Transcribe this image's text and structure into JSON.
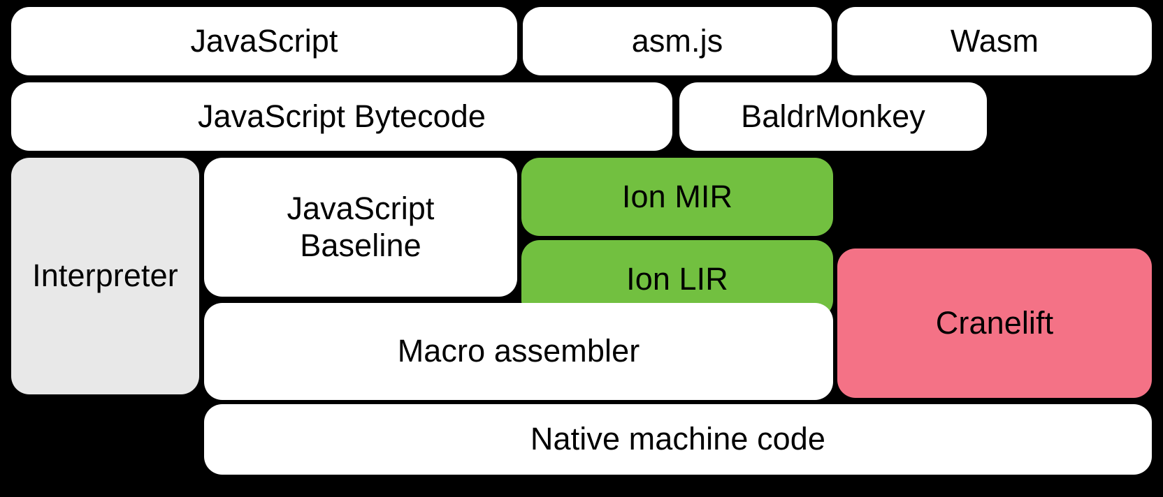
{
  "diagram": {
    "title": "SpiderMonkey JavaScript and WebAssembly compilation pipeline",
    "background_color": "#000000",
    "palette": {
      "white": "#FFFFFF",
      "gray": "#E8E8E8",
      "green": "#72C040",
      "pink": "#F47286",
      "text": "#000000"
    },
    "rows": [
      {
        "name": "source-languages",
        "nodes": [
          {
            "id": "javascript",
            "label": "JavaScript",
            "fill": "#FFFFFF"
          },
          {
            "id": "asmjs",
            "label": "asm.js",
            "fill": "#FFFFFF"
          },
          {
            "id": "wasm",
            "label": "Wasm",
            "fill": "#FFFFFF"
          }
        ]
      },
      {
        "name": "front-end-representations",
        "nodes": [
          {
            "id": "js_bytecode",
            "label": "JavaScript Bytecode",
            "fill": "#FFFFFF"
          },
          {
            "id": "baldrmonkey",
            "label": "BaldrMonkey",
            "fill": "#FFFFFF"
          }
        ]
      },
      {
        "name": "execution-tiers",
        "nodes": [
          {
            "id": "interpreter",
            "label": "Interpreter",
            "fill": "#E8E8E8"
          },
          {
            "id": "js_baseline",
            "label": "JavaScript\nBaseline",
            "fill": "#FFFFFF"
          },
          {
            "id": "ion_mir",
            "label": "Ion MIR",
            "fill": "#72C040"
          },
          {
            "id": "ion_lir",
            "label": "Ion LIR",
            "fill": "#72C040"
          },
          {
            "id": "cranelift",
            "label": "Cranelift",
            "fill": "#F47286"
          },
          {
            "id": "macro_assembler",
            "label": "Macro assembler",
            "fill": "#FFFFFF"
          }
        ]
      },
      {
        "name": "output",
        "nodes": [
          {
            "id": "native_code",
            "label": "Native machine code",
            "fill": "#FFFFFF"
          }
        ]
      }
    ],
    "labels": {
      "javascript": "JavaScript",
      "asmjs": "asm.js",
      "wasm": "Wasm",
      "js_bytecode": "JavaScript Bytecode",
      "baldrmonkey": "BaldrMonkey",
      "interpreter": "Interpreter",
      "js_baseline": "JavaScript\nBaseline",
      "ion_mir": "Ion MIR",
      "ion_lir": "Ion LIR",
      "cranelift": "Cranelift",
      "macro_assembler": "Macro assembler",
      "native_code": "Native machine code"
    }
  }
}
